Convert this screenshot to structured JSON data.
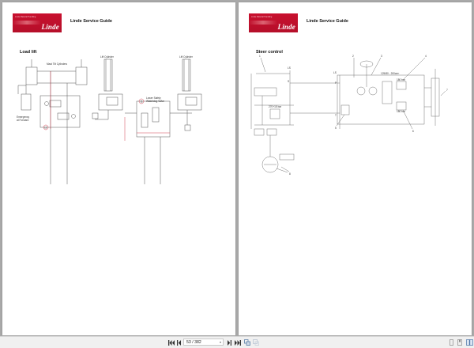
{
  "document": {
    "header_title": "Linde Service Guide",
    "logo": {
      "brand": "Linde",
      "tagline": "Linde Material Handling",
      "color": "#c8102e"
    }
  },
  "pages": [
    {
      "section_title": "Load lift",
      "labels": {
        "mast_tilt": "Mast Tilt Cylinders",
        "lift_cyl_1": "Lift Cylinder",
        "lift_cyl_2": "Lift Cylinder",
        "lower_safety": "Lower Safety",
        "lower_safety_2": "Watchdog Valve",
        "emergency": "Emergency",
        "emergency_2": "at Forward",
        "callout_12": "12",
        "callout_11": "11"
      }
    },
    {
      "section_title": "Steer control",
      "labels": {
        "ls1": "LS",
        "ls2": "LS",
        "s": "S",
        "p": "P",
        "t": "T",
        "flow": "125/80 - 200cm³",
        "relief_1": "180 bar",
        "relief_2": "180 bar",
        "valve": "270+15 bar",
        "callouts": [
          "1",
          "2",
          "3",
          "4",
          "5",
          "6",
          "7",
          "8"
        ]
      }
    }
  ],
  "toolbar": {
    "page_display": "53 / 382",
    "current_page": 53,
    "total_pages": 382,
    "buttons": {
      "first": "first-page",
      "prev": "previous-page",
      "next": "next-page",
      "last": "last-page",
      "copy": "copy",
      "fit": "fit",
      "single": "single-page-view",
      "bookmark": "bookmark-view",
      "two_page": "two-page-view"
    }
  }
}
